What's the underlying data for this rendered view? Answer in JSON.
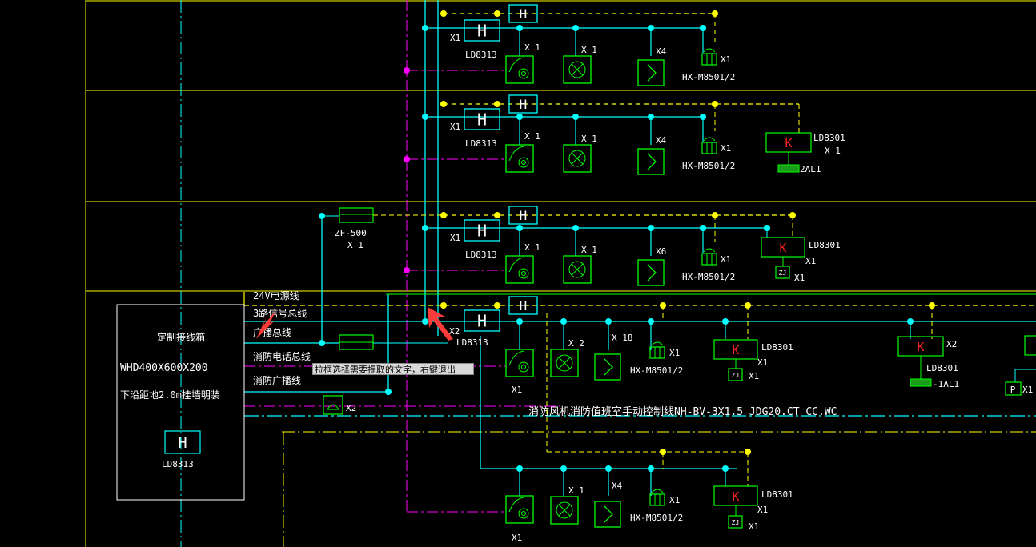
{
  "labels": {
    "ld8313": "LD8313",
    "ld8301": "LD8301",
    "hx": "HX-M8501/2",
    "x1": "X1",
    "x1_spaced": "X 1",
    "x2": "X2",
    "x2_spaced": "X 2",
    "x4": "X4",
    "x6": "X6",
    "x18": "X 18",
    "h": "H",
    "k": "K",
    "p": "P",
    "zj": "ZJ",
    "two_al1": "2AL1",
    "one_al1": "-1AL1",
    "zf500": "ZF-500"
  },
  "cabinet": {
    "title": "定制接线箱",
    "size": "WHD400X600X200",
    "mount": "下沿距地2.0m挂墙明装",
    "module_label": "LD8313"
  },
  "bus_lines": {
    "v24": "24V电源线",
    "signal": "3路信号总线",
    "broadcast_bus": "广播总线",
    "phone": "消防电话总线",
    "broadcast": "消防广播线"
  },
  "cable_note": "消防风机消防值班室手动控制线NH-BV-3X1.5 JDG20.CT CC.WC",
  "tooltip": "拉框选择需要提取的文字，右键退出",
  "colors": {
    "background": "#000000",
    "grid": "#ffff00",
    "bus": "#00ffff",
    "device": "#00ff00",
    "magenta": "#ff00ff",
    "red": "#ff0000",
    "cursor": "#ff3b3b"
  }
}
